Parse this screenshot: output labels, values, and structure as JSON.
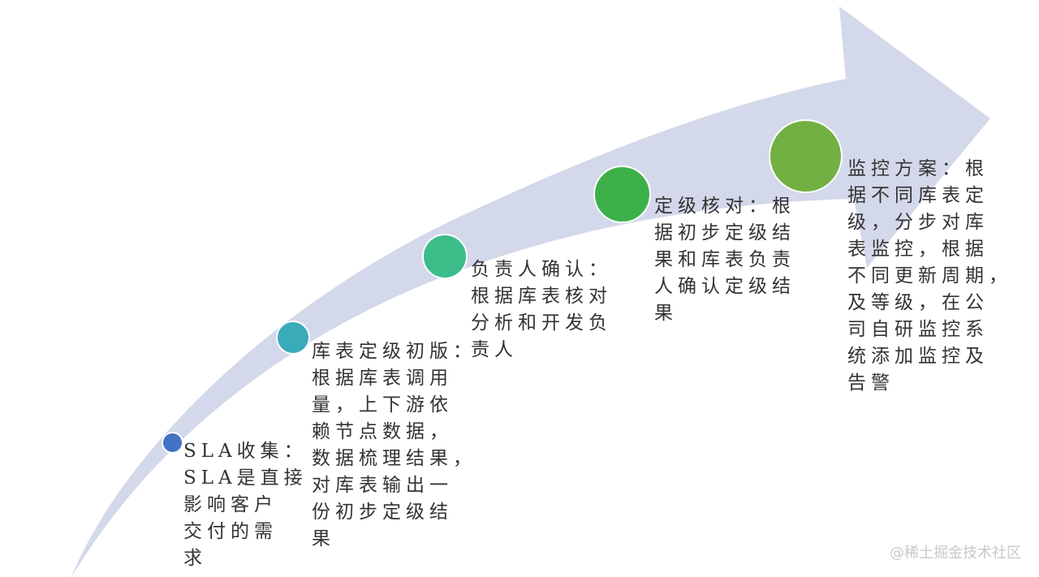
{
  "steps": [
    {
      "color": "#4472c4",
      "lines": [
        "SLA收集：",
        "SLA是直接",
        "影响客户",
        "交付的需",
        "求"
      ]
    },
    {
      "color": "#3aabb8",
      "lines": [
        "库表定级初版：",
        "根据库表调用",
        "量，上下游依",
        "赖节点数据，",
        "数据梳理结果，",
        "对库表输出一",
        "份初步定级结",
        "果"
      ]
    },
    {
      "color": "#3dbd8a",
      "lines": [
        "负责人确认：",
        "根据库表核对",
        "分析和开发负",
        "责人"
      ]
    },
    {
      "color": "#3db04a",
      "lines": [
        "定级核对：根",
        "据初步定级结",
        "果和库表负责",
        "人确认定级结",
        "果"
      ]
    },
    {
      "color": "#72b043",
      "lines": [
        "监控方案：根",
        "据不同库表定",
        "级，分步对库",
        "表监控，根据",
        "不同更新周期，",
        "及等级，在公",
        "司自研监控系",
        "统添加监控及",
        "告警"
      ]
    }
  ],
  "arrow_color": "#d3d8ea",
  "watermark": "@稀土掘金技术社区"
}
